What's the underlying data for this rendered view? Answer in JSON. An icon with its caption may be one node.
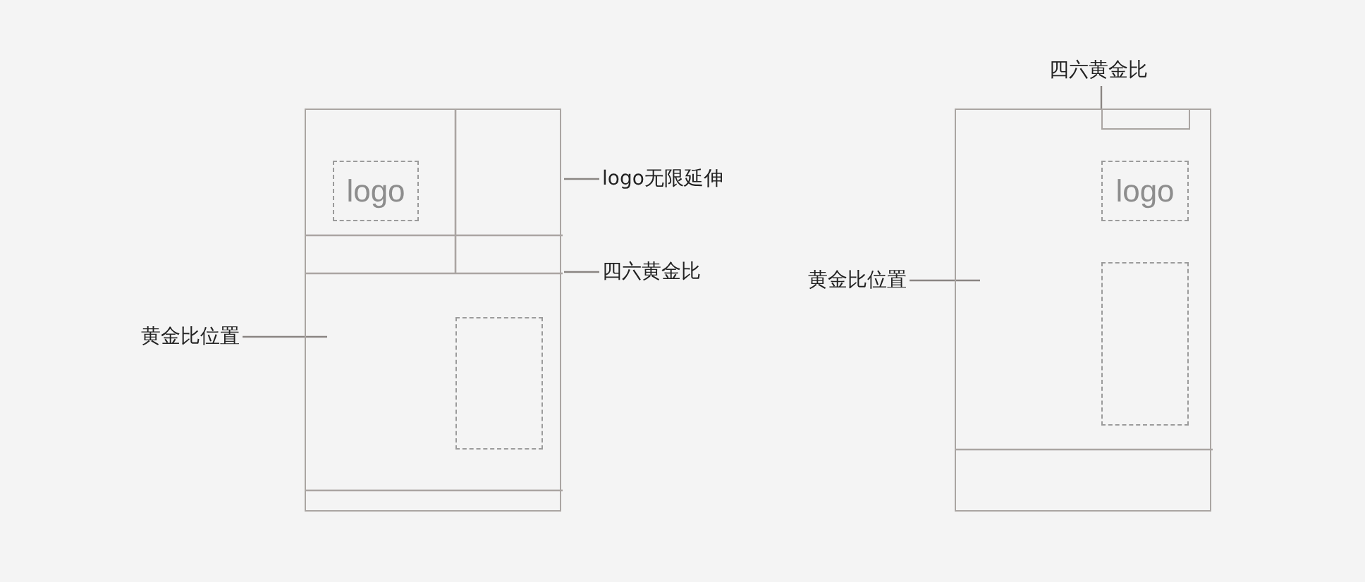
{
  "diagram": {
    "nodes": [
      {
        "text": [],
        "shape": "box"
      },
      {
        "text": [
          "logo"
        ],
        "in": 0
      },
      {
        "text": [],
        "shape": "box",
        "in": 0
      },
      {
        "text": [
          "logo无限延伸"
        ]
      },
      {
        "text": [
          "四六黄金比"
        ]
      },
      {
        "text": [
          "黄金比位置"
        ]
      },
      {
        "text": [],
        "shape": "box"
      },
      {
        "text": [],
        "shape": "box",
        "in": 6
      },
      {
        "text": [
          "logo"
        ],
        "in": 6
      },
      {
        "text": [],
        "shape": "box",
        "in": 6
      },
      {
        "text": [
          "四六黄金比"
        ]
      },
      {
        "text": [
          "黄金比位置"
        ]
      }
    ],
    "edges": [
      {
        "from": 3,
        "to": 0,
        "arrow": "none"
      },
      {
        "from": 4,
        "to": 0,
        "arrow": "none"
      },
      {
        "from": 5,
        "to": null,
        "arrow": "none"
      },
      {
        "from": 10,
        "to": 7,
        "arrow": "none"
      },
      {
        "from": 11,
        "to": null,
        "arrow": "none"
      }
    ]
  }
}
